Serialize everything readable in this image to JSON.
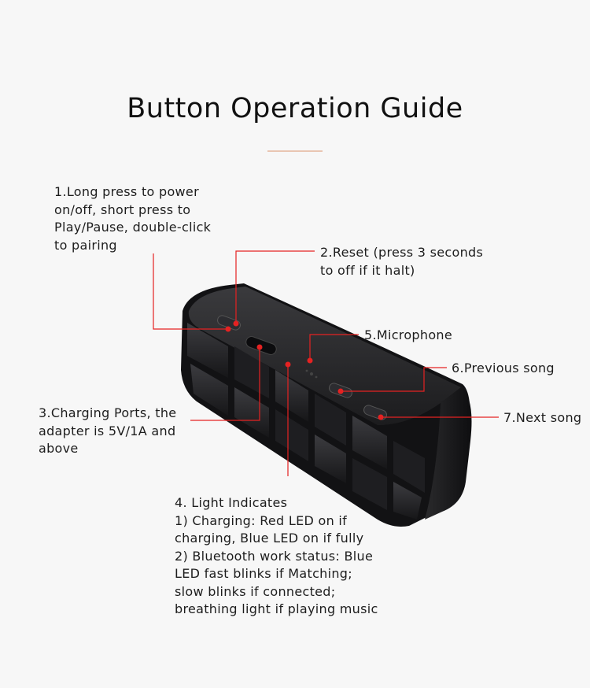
{
  "title": "Button Operation Guide",
  "colors": {
    "background": "#f7f7f7",
    "title_rule": "#e9c6b2",
    "callout_line": "#e52222",
    "marker_dot": "#e52222",
    "device_body": "#1b1b1d"
  },
  "callouts": [
    {
      "id": "power",
      "text": "1.Long press to power\non/off, short press to\nPlay/Pause, double-click\nto pairing"
    },
    {
      "id": "reset",
      "text": "2.Reset (press 3 seconds\n        to off if it halt)"
    },
    {
      "id": "charging",
      "text": "3.Charging Ports, the\nadapter is 5V/1A and\nabove"
    },
    {
      "id": "light",
      "text": "4. Light Indicates\n1) Charging: Red LED on if\n charging, Blue LED on if fully\n2) Bluetooth work status: Blue\nLED fast blinks if Matching;\nslow blinks if connected;\nbreathing light if playing music"
    },
    {
      "id": "microphone",
      "text": "5.Microphone"
    },
    {
      "id": "previous",
      "text": "6.Previous song"
    },
    {
      "id": "next",
      "text": "7.Next song"
    }
  ]
}
